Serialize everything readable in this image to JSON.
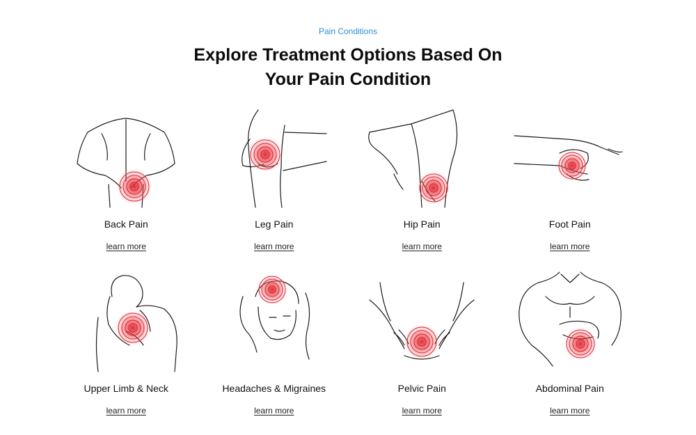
{
  "section": {
    "eyebrow": "Pain Conditions",
    "heading": "Explore Treatment Options Based On Your Pain Condition"
  },
  "accent_color": "#e0212b",
  "eyebrow_color": "#2a8fd0",
  "conditions": [
    {
      "title": "Back Pain",
      "link": "learn more",
      "icon": "back-pain-illustration"
    },
    {
      "title": "Leg Pain",
      "link": "learn more",
      "icon": "leg-pain-illustration"
    },
    {
      "title": "Hip Pain",
      "link": "learn more",
      "icon": "hip-pain-illustration"
    },
    {
      "title": "Foot Pain",
      "link": "learn more",
      "icon": "foot-pain-illustration"
    },
    {
      "title": "Upper Limb & Neck",
      "link": "learn more",
      "icon": "upper-limb-neck-illustration"
    },
    {
      "title": "Headaches & Migraines",
      "link": "learn more",
      "icon": "headache-illustration"
    },
    {
      "title": "Pelvic Pain",
      "link": "learn more",
      "icon": "pelvic-pain-illustration"
    },
    {
      "title": "Abdominal Pain",
      "link": "learn more",
      "icon": "abdominal-pain-illustration"
    }
  ]
}
